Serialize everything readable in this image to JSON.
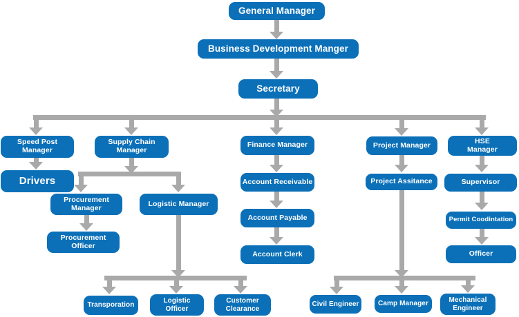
{
  "diagram": {
    "type": "org-chart",
    "colors": {
      "node_fill": "#0b70b8",
      "node_text": "#ffffff",
      "connector": "#a9a9a9",
      "background": "#ffffff"
    },
    "nodes": [
      {
        "id": "general-manager",
        "label": "General Manager"
      },
      {
        "id": "business-development-manger",
        "label": "Business Development Manger"
      },
      {
        "id": "secretary",
        "label": "Secretary"
      },
      {
        "id": "speed-post-manager",
        "label": "Speed Post\nManager"
      },
      {
        "id": "supply-chain-manager",
        "label": "Supply Chain\nManager"
      },
      {
        "id": "finance-manager",
        "label": "Finance Manager"
      },
      {
        "id": "project-manager",
        "label": "Project Manager"
      },
      {
        "id": "hse-manager",
        "label": "HSE\nManager"
      },
      {
        "id": "drivers",
        "label": "Drivers"
      },
      {
        "id": "account-receivable",
        "label": "Account Receivable"
      },
      {
        "id": "project-assitance",
        "label": "Project Assitance"
      },
      {
        "id": "supervisor",
        "label": "Supervisor"
      },
      {
        "id": "procurement-manager",
        "label": "Procurement\nManager"
      },
      {
        "id": "logistic-manager",
        "label": "Logistic Manager"
      },
      {
        "id": "account-payable",
        "label": "Account Payable"
      },
      {
        "id": "permit-coodintation",
        "label": "Permit Coodintation"
      },
      {
        "id": "procurement-officer",
        "label": "Procurement\nOfficer"
      },
      {
        "id": "account-clerk",
        "label": "Account Clerk"
      },
      {
        "id": "officer",
        "label": "Officer"
      },
      {
        "id": "transporation",
        "label": "Transporation"
      },
      {
        "id": "logistic-officer",
        "label": "Logistic\nOfficer"
      },
      {
        "id": "customer-clearance",
        "label": "Customer\nClearance"
      },
      {
        "id": "civil-engineer",
        "label": "Civil Engineer"
      },
      {
        "id": "camp-manager",
        "label": "Camp Manager"
      },
      {
        "id": "mechanical-engineer",
        "label": "Mechanical\nEngineer"
      }
    ],
    "edges": [
      {
        "from": "general-manager",
        "to": "business-development-manger"
      },
      {
        "from": "business-development-manger",
        "to": "secretary"
      },
      {
        "from": "secretary",
        "to": "speed-post-manager"
      },
      {
        "from": "secretary",
        "to": "supply-chain-manager"
      },
      {
        "from": "secretary",
        "to": "finance-manager"
      },
      {
        "from": "secretary",
        "to": "project-manager"
      },
      {
        "from": "secretary",
        "to": "hse-manager"
      },
      {
        "from": "speed-post-manager",
        "to": "drivers"
      },
      {
        "from": "supply-chain-manager",
        "to": "procurement-manager"
      },
      {
        "from": "supply-chain-manager",
        "to": "logistic-manager"
      },
      {
        "from": "procurement-manager",
        "to": "procurement-officer"
      },
      {
        "from": "logistic-manager",
        "to": "transporation"
      },
      {
        "from": "logistic-manager",
        "to": "logistic-officer"
      },
      {
        "from": "logistic-manager",
        "to": "customer-clearance"
      },
      {
        "from": "finance-manager",
        "to": "account-receivable"
      },
      {
        "from": "account-receivable",
        "to": "account-payable"
      },
      {
        "from": "account-payable",
        "to": "account-clerk"
      },
      {
        "from": "project-manager",
        "to": "project-assitance"
      },
      {
        "from": "project-assitance",
        "to": "civil-engineer"
      },
      {
        "from": "project-assitance",
        "to": "camp-manager"
      },
      {
        "from": "project-assitance",
        "to": "mechanical-engineer"
      },
      {
        "from": "hse-manager",
        "to": "supervisor"
      },
      {
        "from": "supervisor",
        "to": "permit-coodintation"
      },
      {
        "from": "permit-coodintation",
        "to": "officer"
      }
    ]
  }
}
